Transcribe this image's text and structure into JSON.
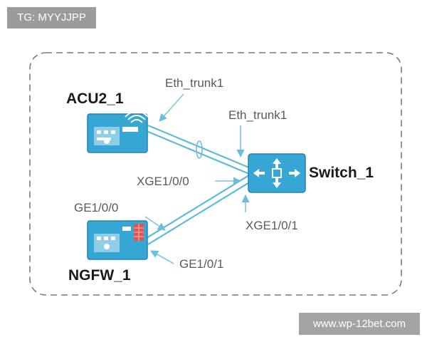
{
  "watermarks": {
    "top_left": "TG: MYYJJPP",
    "bottom_right": "www.wp-12bet.com"
  },
  "devices": {
    "acu": "ACU2_1",
    "switch": "Switch_1",
    "ngfw": "NGFW_1"
  },
  "labels": {
    "eth_trunk_acu": "Eth_trunk1",
    "eth_trunk_switch": "Eth_trunk1",
    "xge_0": "XGE1/0/0",
    "xge_1": "XGE1/0/1",
    "ge_0": "GE1/0/0",
    "ge_1": "GE1/0/1"
  },
  "colors": {
    "device_fill": "#36a6d4",
    "device_stroke": "#2582b0",
    "link": "#5fbcd8",
    "arrow": "#7fc6e0",
    "border_dash": "#7a7a7a",
    "watermark_bg": "#9b9b9b"
  },
  "icons": {
    "acu": "wireless-controller-icon",
    "switch": "switch-arrows-icon",
    "ngfw": "firewall-icon"
  }
}
